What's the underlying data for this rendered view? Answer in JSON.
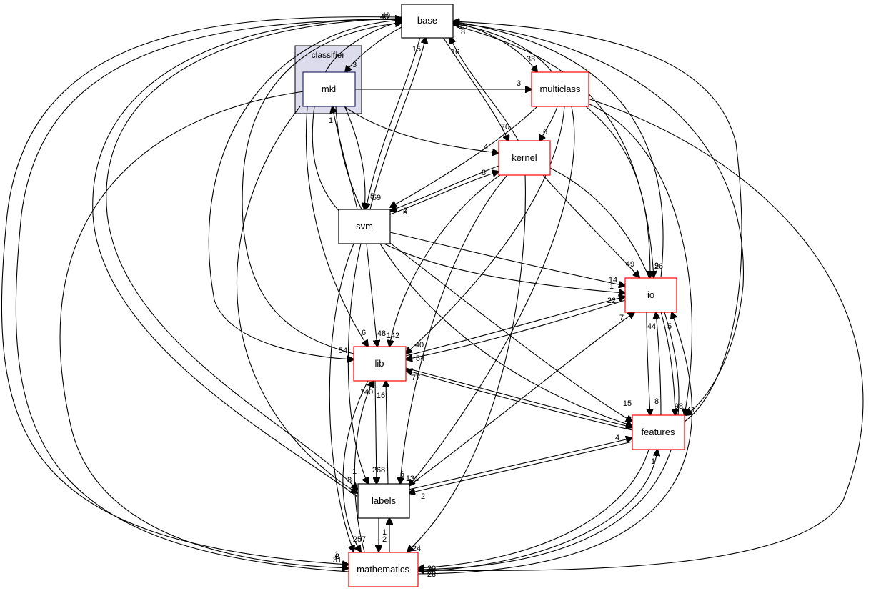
{
  "diagram": {
    "cluster": {
      "label": "classifier",
      "fill": "#dcdcec",
      "inner_fill": "#ebebfa"
    },
    "colors": {
      "red": "#ff0000",
      "black": "#000000",
      "blue": "#2a2a6a"
    },
    "nodes": [
      {
        "id": "base",
        "label": "base",
        "border": "black"
      },
      {
        "id": "mkl",
        "label": "mkl",
        "border": "blue"
      },
      {
        "id": "multiclass",
        "label": "multiclass",
        "border": "red"
      },
      {
        "id": "kernel",
        "label": "kernel",
        "border": "red"
      },
      {
        "id": "svm",
        "label": "svm",
        "border": "black"
      },
      {
        "id": "io",
        "label": "io",
        "border": "red"
      },
      {
        "id": "lib",
        "label": "lib",
        "border": "red"
      },
      {
        "id": "features",
        "label": "features",
        "border": "red"
      },
      {
        "id": "labels",
        "label": "labels",
        "border": "black"
      },
      {
        "id": "mathematics",
        "label": "mathematics",
        "border": "red"
      }
    ],
    "edge_labels": [
      "40",
      "40",
      "13",
      "8",
      "15",
      "16",
      "3",
      "33",
      "3",
      "70",
      "6",
      "4",
      "1",
      "8",
      "5",
      "59",
      "5",
      "2",
      "49",
      "14",
      "1",
      "22",
      "9",
      "26",
      "6",
      "48",
      "142",
      "40",
      "54",
      "54",
      "77",
      "7",
      "44",
      "5",
      "15",
      "8",
      "98",
      "41",
      "1",
      "8",
      "140",
      "16",
      "26",
      "8",
      "6",
      "131",
      "4",
      "1",
      "1",
      "2",
      "8",
      "1",
      "25",
      "7",
      "1",
      "24",
      "2",
      "31",
      "28",
      "29",
      "28",
      "1",
      "2",
      "1"
    ]
  }
}
